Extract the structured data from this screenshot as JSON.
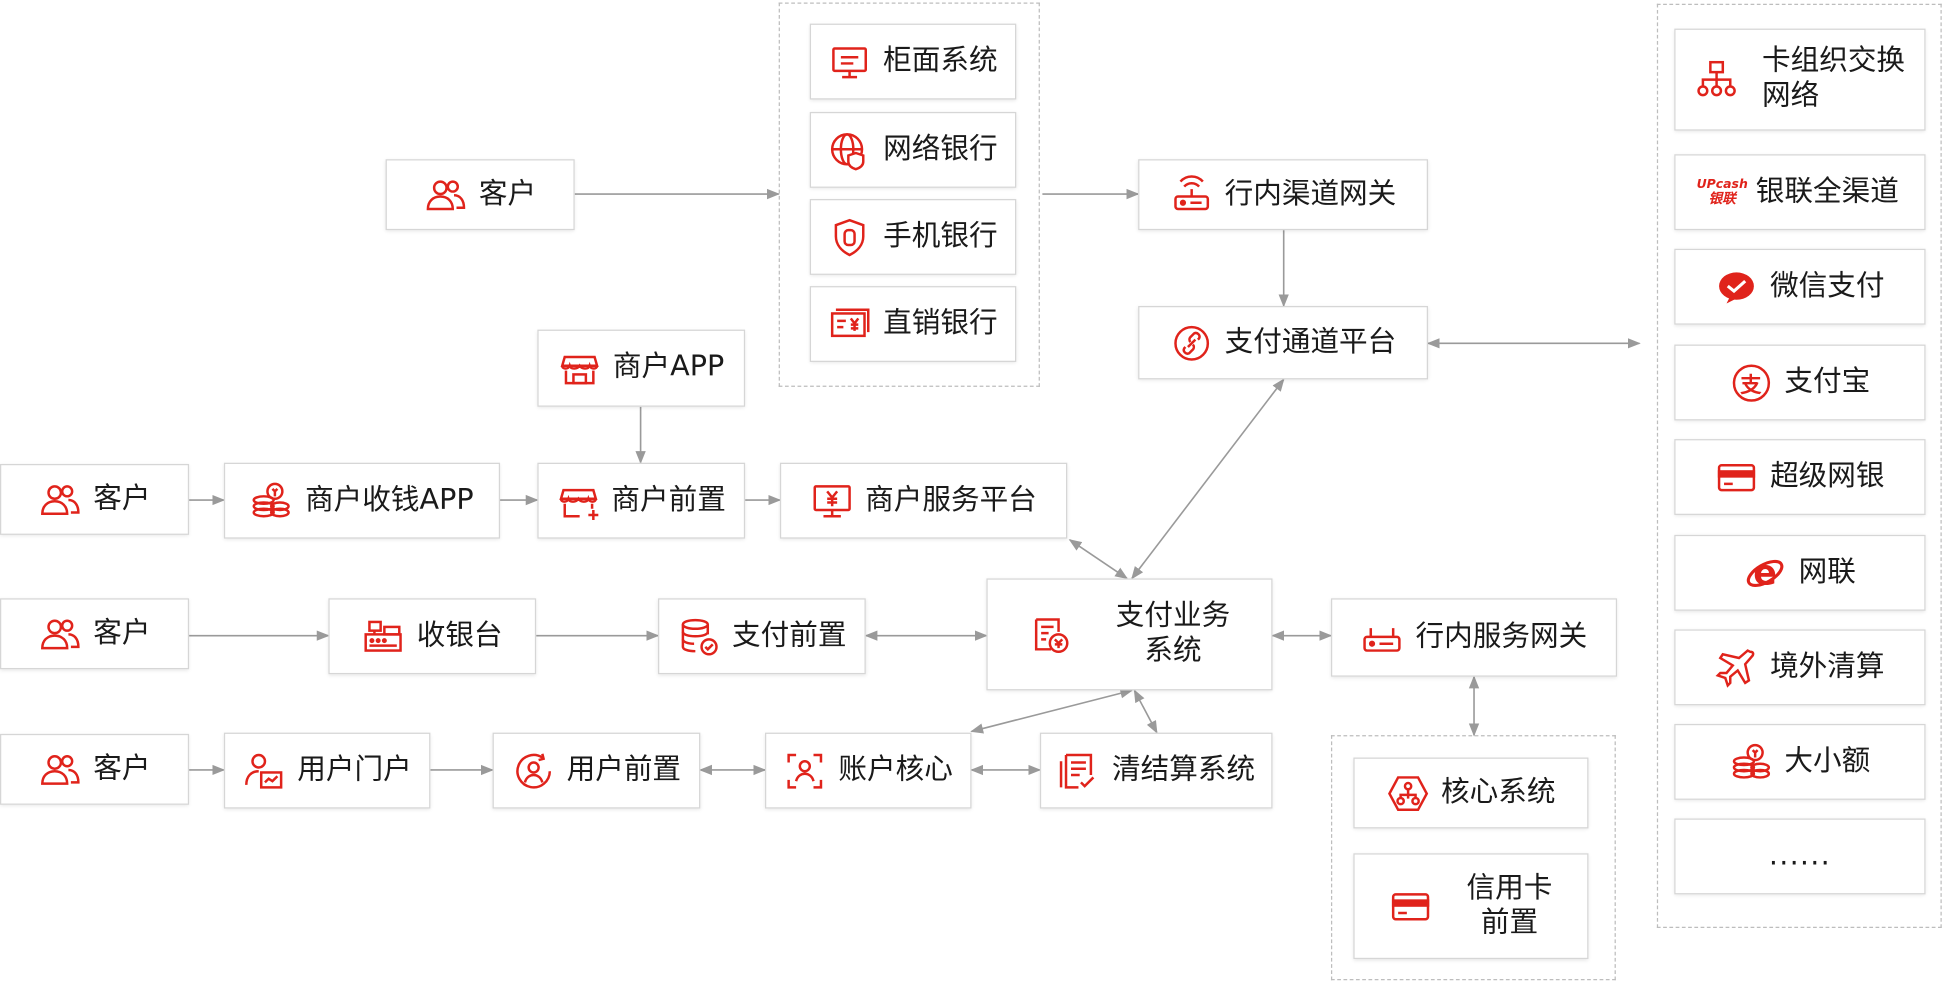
{
  "accent_color": "#e0231b",
  "line_color": "#9a9a9a",
  "nodes": {
    "customer_top": {
      "label": "客户",
      "icon": "users-icon"
    },
    "counter_system": {
      "label": "柜面系统",
      "icon": "monitor-icon"
    },
    "online_bank": {
      "label": "网络银行",
      "icon": "globe-shield-icon"
    },
    "mobile_bank": {
      "label": "手机银行",
      "icon": "shield-icon"
    },
    "direct_bank": {
      "label": "直销银行",
      "icon": "yen-card-icon"
    },
    "channel_gateway": {
      "label": "行内渠道网关",
      "icon": "router-icon"
    },
    "payment_channel_platform": {
      "label": "支付通道平台",
      "icon": "link-icon"
    },
    "merchant_app": {
      "label": "商户APP",
      "icon": "store-icon"
    },
    "customer_2": {
      "label": "客户",
      "icon": "users-icon"
    },
    "merchant_cashier_app": {
      "label": "商户收钱APP",
      "icon": "coins-icon"
    },
    "merchant_front": {
      "label": "商户前置",
      "icon": "store-plus-icon"
    },
    "merchant_service_platform": {
      "label": "商户服务平台",
      "icon": "yen-monitor-icon"
    },
    "customer_3": {
      "label": "客户",
      "icon": "users-icon"
    },
    "cashier": {
      "label": "收银台",
      "icon": "cash-register-icon"
    },
    "payment_front": {
      "label": "支付前置",
      "icon": "database-check-icon"
    },
    "payment_business_system": {
      "label": "支付业务\n系统",
      "icon": "document-yen-icon"
    },
    "internal_service_gateway": {
      "label": "行内服务网关",
      "icon": "router-icon"
    },
    "customer_4": {
      "label": "客户",
      "icon": "users-icon"
    },
    "user_portal": {
      "label": "用户门户",
      "icon": "user-chart-icon"
    },
    "user_front": {
      "label": "用户前置",
      "icon": "user-circle-icon"
    },
    "account_core": {
      "label": "账户核心",
      "icon": "user-scan-icon"
    },
    "clearing_system": {
      "label": "清结算系统",
      "icon": "checklist-icon"
    },
    "core_system": {
      "label": "核心系统",
      "icon": "hexagon-network-icon"
    },
    "credit_card_front": {
      "label": "信用卡\n前置",
      "icon": "credit-card-icon"
    }
  },
  "external": [
    {
      "label": "卡组织交换\n网络",
      "icon": "network-tree-icon"
    },
    {
      "label": "银联全渠道",
      "icon": "upcash-logo-icon",
      "logo_text": [
        "UPcash",
        "银联"
      ]
    },
    {
      "label": "微信支付",
      "icon": "wechat-pay-icon"
    },
    {
      "label": "支付宝",
      "icon": "alipay-icon",
      "logo_text": "支"
    },
    {
      "label": "超级网银",
      "icon": "credit-card-icon"
    },
    {
      "label": "网联",
      "icon": "e-logo-icon",
      "logo_text": "e"
    },
    {
      "label": "境外清算",
      "icon": "airplane-icon"
    },
    {
      "label": "大小额",
      "icon": "coins-icon"
    },
    {
      "label": "......",
      "icon": ""
    }
  ]
}
